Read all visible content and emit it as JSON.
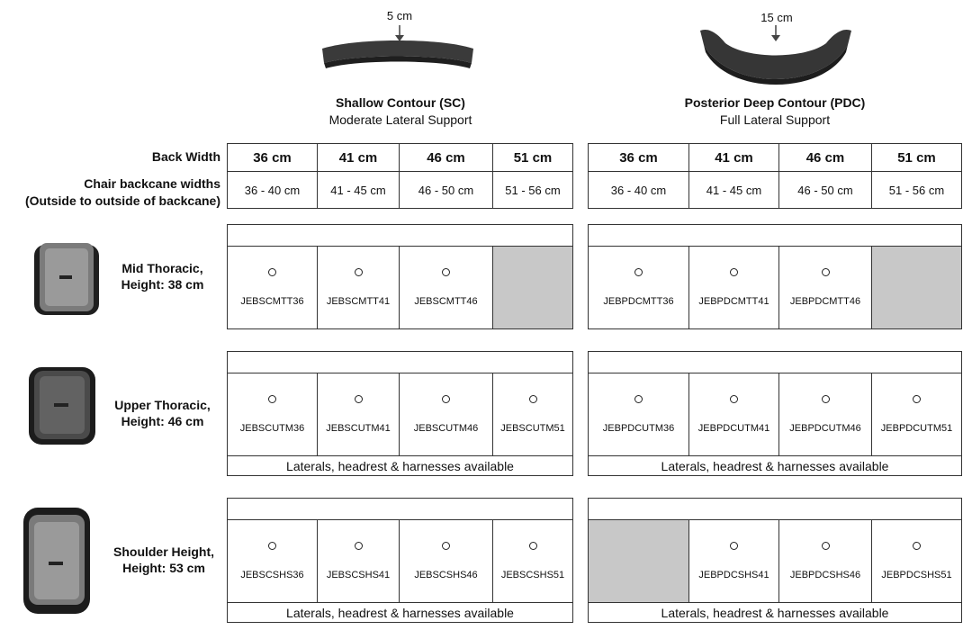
{
  "profiles": [
    {
      "depth": "5 cm",
      "name": "Shallow Contour (SC)",
      "support": "Moderate Lateral Support"
    },
    {
      "depth": "15 cm",
      "name": "Posterior Deep Contour (PDC)",
      "support": "Full Lateral Support"
    }
  ],
  "labels": {
    "back_width": "Back Width",
    "backcane_line1": "Chair backcane widths",
    "backcane_line2": "(Outside to outside of backcane)"
  },
  "widths": [
    "36 cm",
    "41 cm",
    "46 cm",
    "51 cm"
  ],
  "ranges": [
    "36 - 40 cm",
    "41 - 45 cm",
    "46 - 50 cm",
    "51 - 56 cm"
  ],
  "rows": [
    {
      "label1": "Mid Thoracic,",
      "label2": "Height: 38 cm",
      "sc": [
        "JEBSCMTT36",
        "JEBSCMTT41",
        "JEBSCMTT46",
        ""
      ],
      "pdc": [
        "JEBPDCMTT36",
        "JEBPDCMTT41",
        "JEBPDCMTT46",
        ""
      ],
      "note": ""
    },
    {
      "label1": "Upper Thoracic,",
      "label2": "Height: 46 cm",
      "sc": [
        "JEBSCUTM36",
        "JEBSCUTM41",
        "JEBSCUTM46",
        "JEBSCUTM51"
      ],
      "pdc": [
        "JEBPDCUTM36",
        "JEBPDCUTM41",
        "JEBPDCUTM46",
        "JEBPDCUTM51"
      ],
      "note": "Laterals, headrest & harnesses available"
    },
    {
      "label1": "Shoulder Height,",
      "label2": "Height: 53 cm",
      "sc": [
        "JEBSCSHS36",
        "JEBSCSHS41",
        "JEBSCSHS46",
        "JEBSCSHS51"
      ],
      "pdc": [
        "",
        "JEBPDCSHS41",
        "JEBPDCSHS46",
        "JEBPDCSHS51"
      ],
      "note": "Laterals, headrest & harnesses available"
    }
  ],
  "colors": {
    "unavailable": "#c8c8c8",
    "border": "#333333"
  }
}
